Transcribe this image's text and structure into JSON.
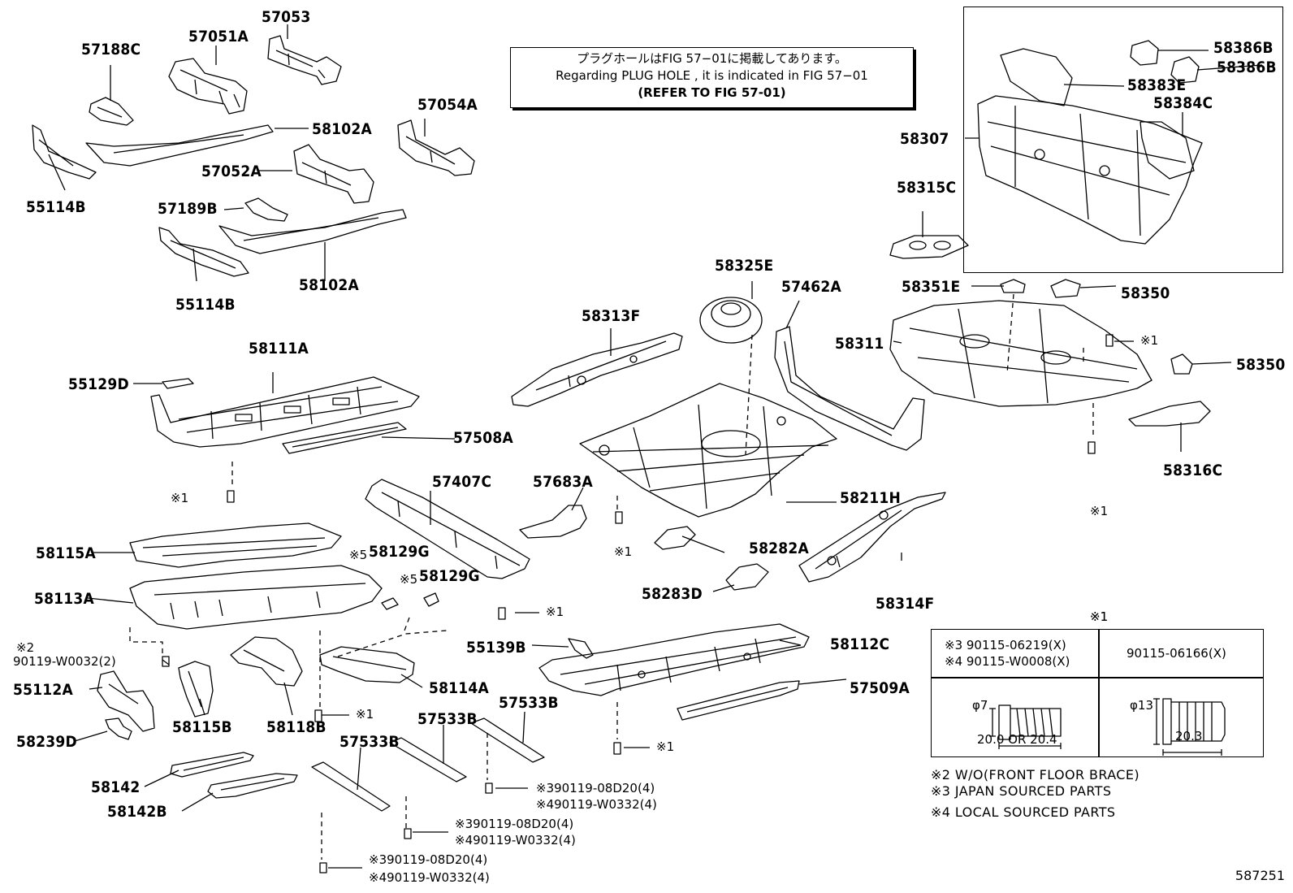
{
  "note": {
    "line1": "プラグホールはFIG 57−01に掲載してあります。",
    "line2": "Regarding  PLUG  HOLE , it is indicated in FIG  57−01",
    "line3": "(REFER  TO  FIG  57-01)"
  },
  "parts": {
    "p57053": "57053",
    "p57051A": "57051A",
    "p57188C": "57188C",
    "p58102A_top": "58102A",
    "p57054A": "57054A",
    "p57052A": "57052A",
    "p55114B_top": "55114B",
    "p57189B": "57189B",
    "p58102A_bot": "58102A",
    "p55114B_bot": "55114B",
    "p58111A": "58111A",
    "p55129D": "55129D",
    "p57508A": "57508A",
    "p57407C": "57407C",
    "p58115A": "58115A",
    "p58129G_a": "58129G",
    "p58129G_b": "58129G",
    "p58113A": "58113A",
    "p55112A": "55112A",
    "p58115B": "58115B",
    "p58118B": "58118B",
    "p58114A": "58114A",
    "p58239D": "58239D",
    "p58142": "58142",
    "p58142B": "58142B",
    "p57533B_a": "57533B",
    "p57533B_b": "57533B",
    "p57533B_c": "57533B",
    "p58313F": "58313F",
    "p58325E": "58325E",
    "p57462A": "57462A",
    "p57683A": "57683A",
    "p58211H": "58211H",
    "p58282A": "58282A",
    "p58283D": "58283D",
    "p58314F": "58314F",
    "p55139B": "55139B",
    "p58112C": "58112C",
    "p57509A": "57509A",
    "p58386B_a": "58386B",
    "p58386B_b": "58386B",
    "p58383E": "58383E",
    "p58384C": "58384C",
    "p58307": "58307",
    "p58315C": "58315C",
    "p58351E": "58351E",
    "p58350_a": "58350",
    "p58311": "58311",
    "p58350_b": "58350",
    "p58316C": "58316C"
  },
  "marks": {
    "k1_a": "※1",
    "k1_b": "※1",
    "k1_c": "※1",
    "k1_d": "※1",
    "k1_e": "※1",
    "k1_f": "※1",
    "k1_g": "※1",
    "k1_h": "※1",
    "k5_a": "※5",
    "k5_b": "※5",
    "k2": "※2",
    "table_mark": "※1"
  },
  "fasteners": {
    "f1": "90119-W0032(2)",
    "f2_a": "※390119-08D20(4)",
    "f2_b": "※490119-W0332(4)",
    "f3_a": "※390119-08D20(4)",
    "f3_b": "※490119-W0332(4)",
    "f4_a": "※390119-08D20(4)",
    "f4_b": "※490119-W0332(4)"
  },
  "table": {
    "left_head_1": "※3 90115-06219(X)",
    "left_head_2": "※4 90115-W0008(X)",
    "right_head": "90115-06166(X)",
    "left_dia": "φ7",
    "left_len": "20.0 OR 20.4",
    "right_dia": "φ13",
    "right_len": "20.3"
  },
  "legend": {
    "l2": "※2 W/O(FRONT FLOOR BRACE)",
    "l3": "※3 JAPAN SOURCED PARTS",
    "l4": "※4 LOCAL SOURCED PARTS"
  },
  "figure_id": "587251"
}
